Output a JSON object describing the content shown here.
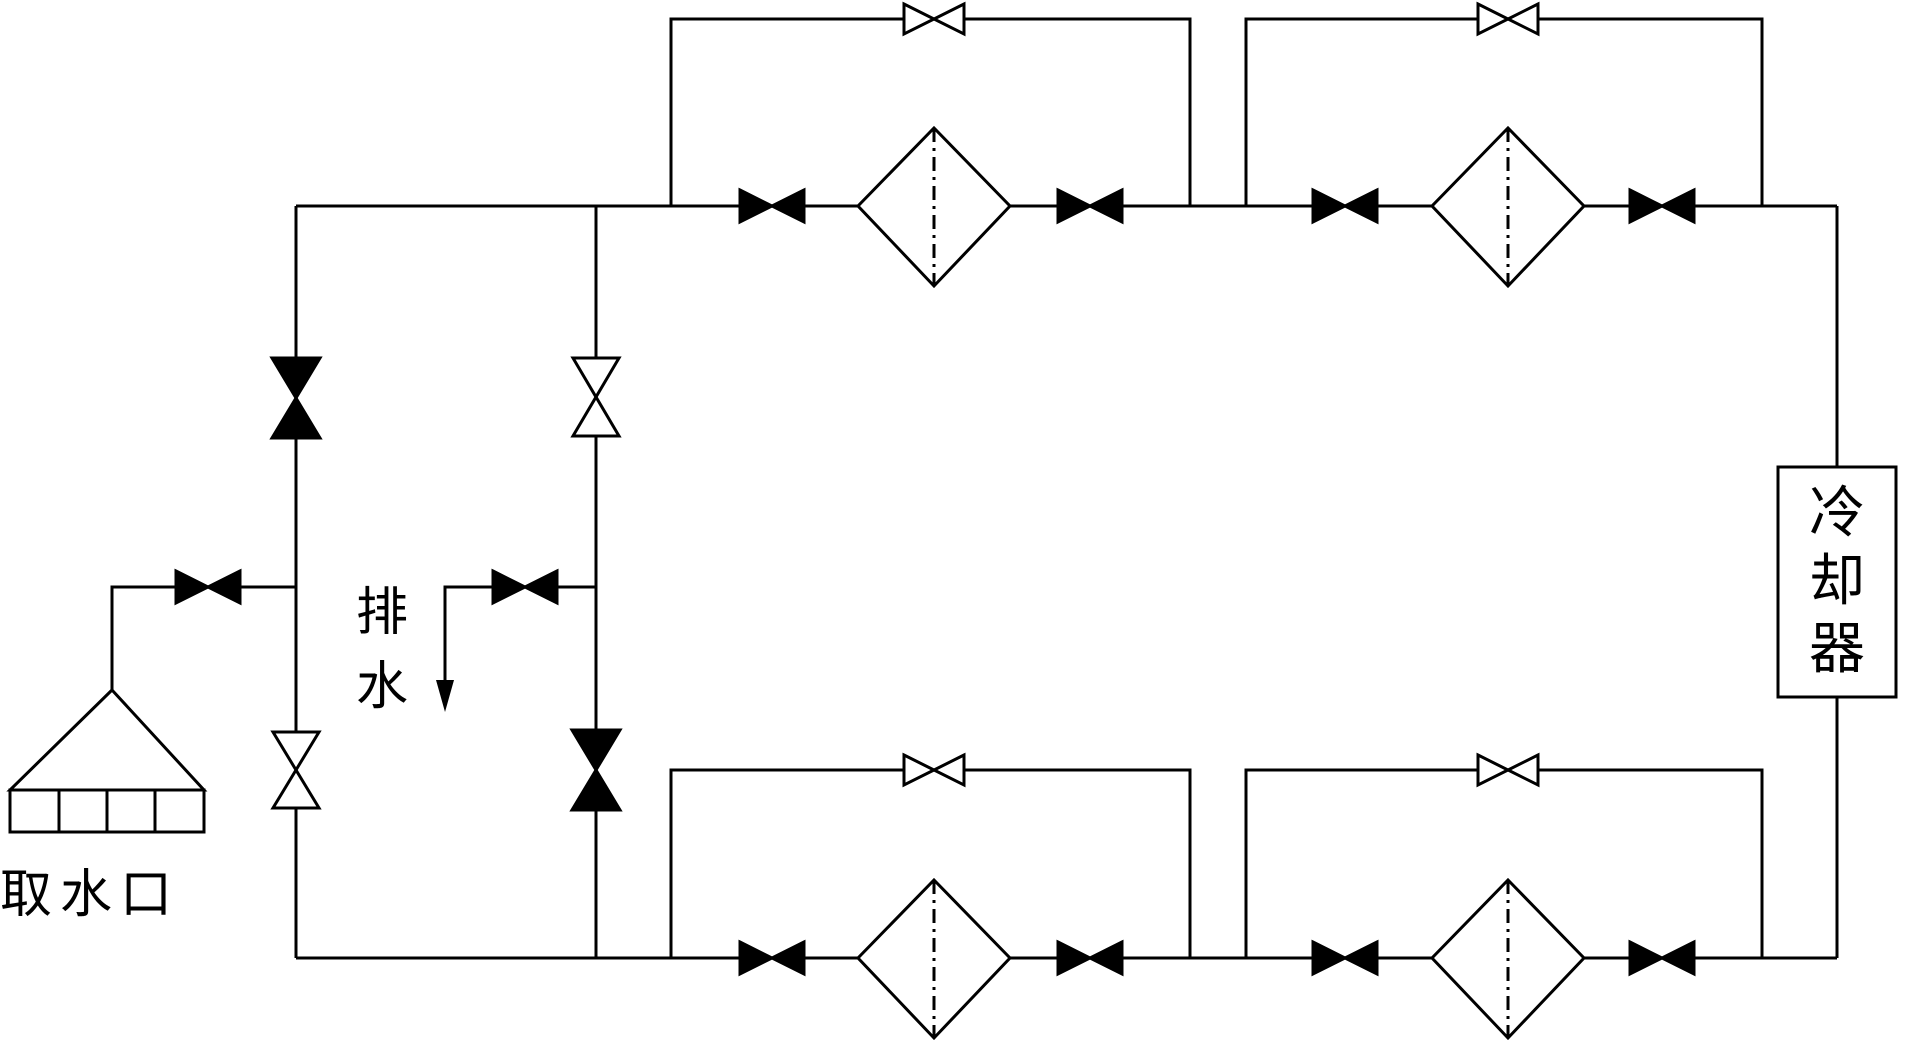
{
  "labels": {
    "intake": "取水口",
    "drain_1": "排",
    "drain_2": "水",
    "cooler_1": "冷",
    "cooler_2": "却",
    "cooler_3": "器"
  },
  "colors": {
    "line": "#000000",
    "background": "#ffffff"
  }
}
